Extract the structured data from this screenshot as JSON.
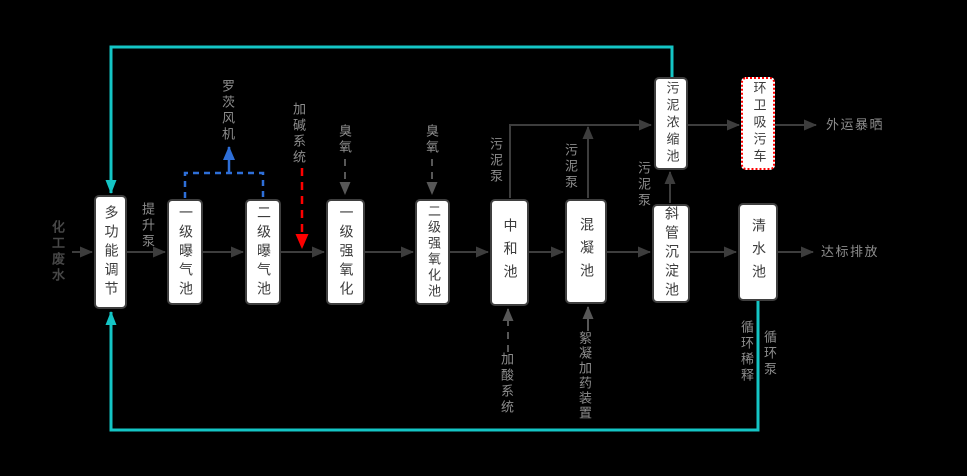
{
  "colors": {
    "bg": "#000000",
    "boxfill": "#ffffff",
    "boxborder": "#3f3f3f",
    "boxtext": "#3c3c3c",
    "line": "#3d3d3d",
    "grayline": "#575757",
    "label": "#8d8d8d",
    "labeldark": "#474747",
    "blue": "#2e6fd8",
    "red": "#fe0000",
    "cyan": "#14c5c5"
  },
  "boxes": {
    "regulating": {
      "label": "多功能调节"
    },
    "aeration1": {
      "label": "一级曝气池"
    },
    "aeration2": {
      "label": "二级曝气池"
    },
    "oxidation1": {
      "label": "一级强氧化"
    },
    "oxidation2": {
      "label": "二级强氧化池"
    },
    "neutralization": {
      "label": "中和池"
    },
    "coagulation": {
      "label": "混凝池"
    },
    "sedimentation": {
      "label": "斜管沉淀池"
    },
    "clear_water": {
      "label": "清水池"
    },
    "sludge_thickening": {
      "label": "污泥浓缩池"
    },
    "suction_truck": {
      "label": "环卫吸污车"
    }
  },
  "labels": {
    "influent": "化工废水",
    "lift_pump": "提升泵",
    "roots_blower": "罗茨风机",
    "alkali_dosing": "加碱系统",
    "ozone_1": "臭氧",
    "ozone_2": "臭氧",
    "sludge_pump_1": "污泥泵",
    "sludge_pump_2": "污泥泵",
    "sludge_pump_3": "污泥泵",
    "acid_dosing": "加酸系统",
    "flocculant_dosing": "絮凝加药装置",
    "circulation_dilution": "循环稀释",
    "circulation_pump": "循环泵",
    "outbound_drying": "外运暴晒",
    "compliant_discharge": "达标排放"
  }
}
